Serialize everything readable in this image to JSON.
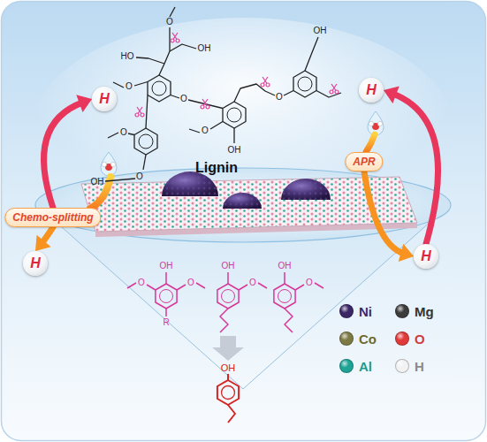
{
  "diagram": {
    "nodes": [
      {
        "text": [
          "H"
        ]
      },
      {
        "text": [
          "H"
        ]
      },
      {
        "text": [
          "APR"
        ]
      },
      {
        "text": [
          "Chemo-splitting"
        ]
      },
      {
        "text": [
          "H"
        ]
      },
      {
        "text": [
          "H"
        ]
      }
    ],
    "edges": [
      {
        "from": 3,
        "to": 0,
        "arrow": "to"
      },
      {
        "from": 5,
        "to": 1,
        "arrow": "to"
      },
      {
        "from": 3,
        "to": 4,
        "arrow": "to"
      },
      {
        "from": 2,
        "to": 5,
        "arrow": "to"
      }
    ],
    "labels": [
      "Lignin",
      "O",
      "OH",
      "HO",
      "O",
      "O",
      "OH",
      "O",
      "O",
      "OH",
      "O",
      "O",
      "OH",
      "OH",
      "O",
      "O",
      "R",
      "OH",
      "O",
      "OH",
      "O",
      "OH"
    ],
    "legend": [
      {
        "text": "Ni",
        "color": "#3b2766"
      },
      {
        "text": "Mg",
        "color": "#3c3c3c"
      },
      {
        "text": "Co",
        "color": "#7d7a45"
      },
      {
        "text": "O",
        "color": "#e03a3a"
      },
      {
        "text": "Al",
        "color": "#1fa396"
      },
      {
        "text": "H",
        "color": "#f2f2f2"
      }
    ]
  }
}
